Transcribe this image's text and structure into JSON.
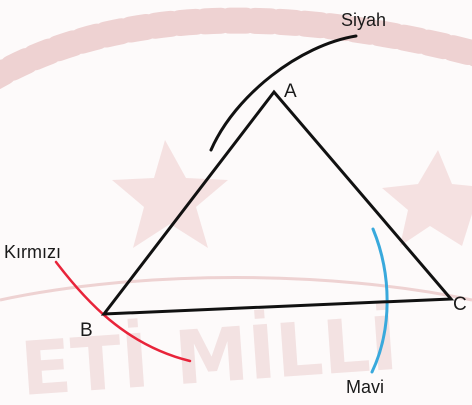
{
  "vertices": {
    "a": "A",
    "b": "B",
    "c": "C"
  },
  "arcs": {
    "black": "Siyah",
    "red": "Kırmızı",
    "blue": "Mavi"
  },
  "watermark": {
    "text": "ETİ MİLLİ"
  },
  "colors": {
    "triangle": "#111111",
    "arc_black": "#111111",
    "arc_red": "#e8243a",
    "arc_blue": "#39a9dc",
    "watermark": "#d9a6a6"
  }
}
